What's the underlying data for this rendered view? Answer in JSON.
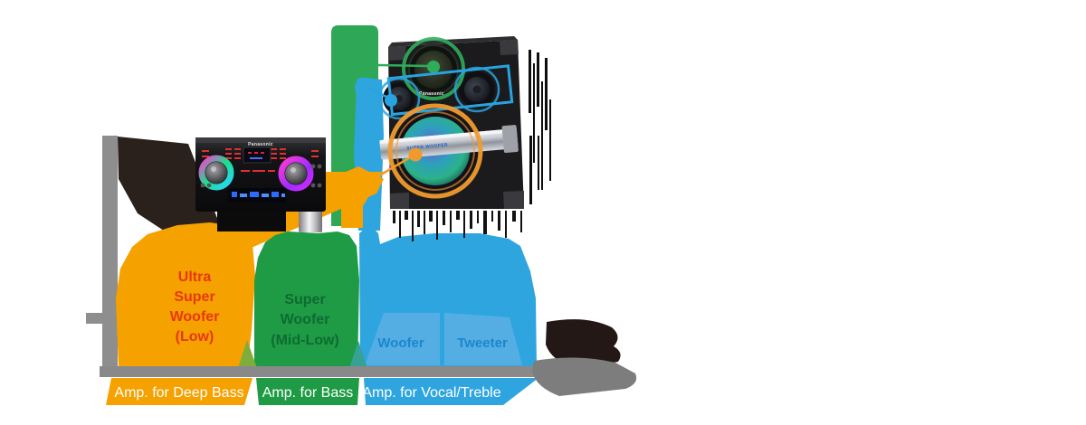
{
  "diagram": {
    "subject": "3-way speaker amplifier system diagram",
    "bands": {
      "deep_bass": {
        "driver_lines": [
          "Ultra",
          "Super",
          "Woofer",
          "(Low)"
        ],
        "amp_label": "Amp. for Deep Bass"
      },
      "bass": {
        "driver_lines": [
          "Super",
          "Woofer",
          "(Mid-Low)"
        ],
        "amp_label": "Amp. for Bass"
      },
      "vocal_treble": {
        "drivers": [
          {
            "label": "Woofer"
          },
          {
            "label": "Tweeter"
          }
        ],
        "amp_label": "Amp. for Vocal/Treble"
      }
    },
    "devices": {
      "main_unit": {
        "brand": "Panasonic"
      },
      "speaker": {
        "brand": "Panasonic",
        "woofer_bar_label": "SUPER WOOFER"
      }
    }
  },
  "colors": {
    "deep_bass_orange": "#F5A100",
    "bass_green": "#1E9B44",
    "vocal_treble_blue": "#2FA5E0",
    "sub_band_light_blue": "#55AEE3",
    "overlap_olive": "#7FAD3C",
    "overlap_teal": "#35A295",
    "deep_bass_text_red": "#E8380D",
    "bass_text_dark_green": "#0E6B33",
    "sub_text_blue": "#1B86CE",
    "amp_bar_gray": "#898989",
    "green_arrow": "#2EA757",
    "blue_arrow": "#2FA5E0",
    "orange_arrow": "#F5A100",
    "annotation_green": "#2EAE5B",
    "annotation_blue": "#29A3DF",
    "annotation_orange": "#F09A2E"
  }
}
